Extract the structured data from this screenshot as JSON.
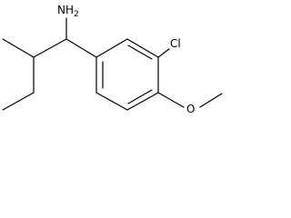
{
  "molecule": {
    "atom_labels": {
      "amine": "NH2",
      "chlorine": "Cl",
      "oxygen": "O"
    }
  }
}
